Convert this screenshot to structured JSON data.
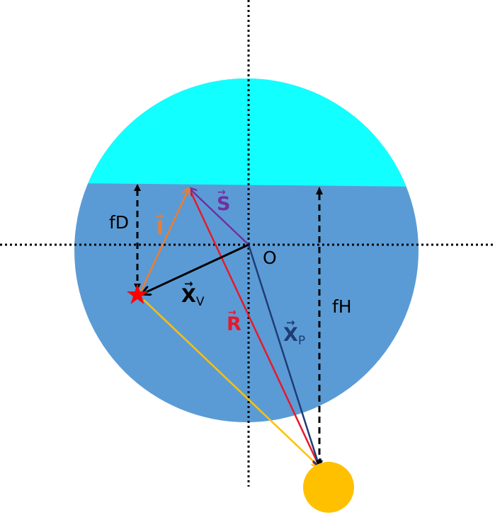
{
  "labels": {
    "origin": "O",
    "fD": "fD",
    "fH": "fH",
    "I": "I",
    "S": "S",
    "R": "R",
    "Xv_main": "X",
    "Xv_sub": "V",
    "Xp_main": "X",
    "Xp_sub": "P",
    "arrow_mark": "→"
  },
  "colors": {
    "upper_cap": "#12FFFF",
    "body": "#5B9BD5",
    "star": "#FF0000",
    "sun": "#FFC000",
    "I": "#ED7D31",
    "S": "#7030A0",
    "R": "#E8182B",
    "Xv": "#000000",
    "Xp": "#1F3C73",
    "yellow_line": "#FFC000"
  }
}
